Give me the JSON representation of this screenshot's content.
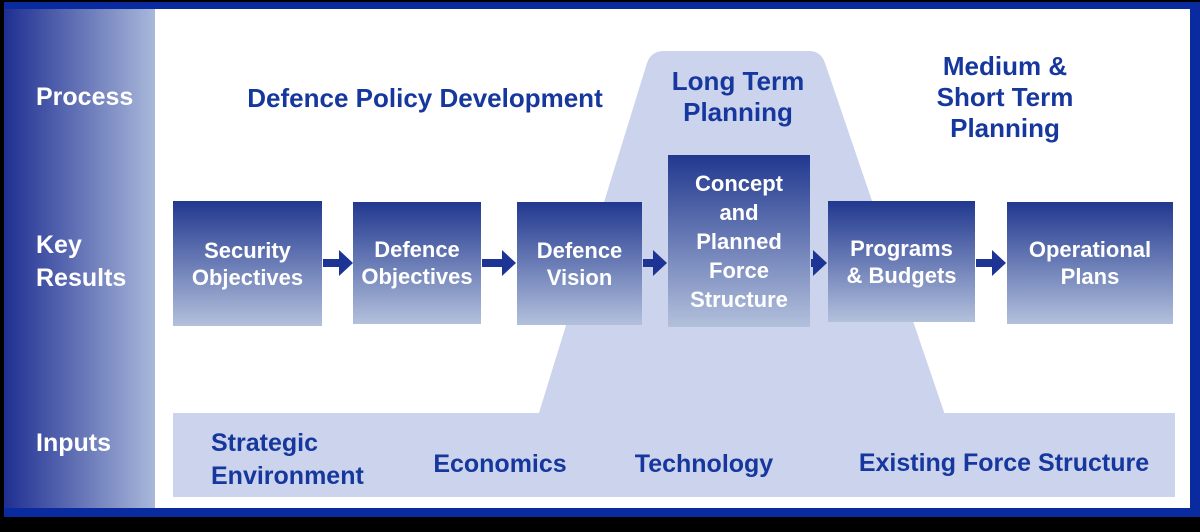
{
  "colors": {
    "outer_black": "#000000",
    "frame_navy": "#0a2aa0",
    "content_white": "#ffffff",
    "text_blue": "#16379d",
    "arrow_navy": "#1d3494",
    "box_gradient_top": "#21388f",
    "box_gradient_bottom": "#b3c0dc",
    "sidebar_gradient_left": "#1f2f92",
    "sidebar_gradient_right": "#a9b8da",
    "sidebar_text_white": "#ffffff",
    "box_text_white": "#ffffff",
    "panel_lavender": "#ccd3ec"
  },
  "sidebar": {
    "process_label": "Process",
    "key_results_line1": "Key",
    "key_results_line2": "Results",
    "inputs_label": "Inputs"
  },
  "process_row": {
    "defence_policy_label": "Defence Policy Development",
    "long_term_line1": "Long Term",
    "long_term_line2": "Planning",
    "medium_short_line1": "Medium &",
    "medium_short_line2": "Short Term",
    "medium_short_line3": "Planning"
  },
  "key_results_row": {
    "boxes": [
      {
        "label": "Security Objectives",
        "lines": [
          "Security",
          "Objectives"
        ]
      },
      {
        "label": "Defence Objectives",
        "lines": [
          "Defence",
          "Objectives"
        ]
      },
      {
        "label": "Defence Vision",
        "lines": [
          "Defence",
          "Vision"
        ]
      },
      {
        "label": "Concept and Planned Force Structure",
        "lines": [
          "Concept",
          "and",
          "Planned",
          "Force",
          "Structure"
        ]
      },
      {
        "label": "Programs & Budgets",
        "lines": [
          "Programs",
          "& Budgets"
        ]
      },
      {
        "label": "Operational Plans",
        "lines": [
          "Operational",
          "Plans"
        ]
      }
    ]
  },
  "inputs_row": {
    "strategic_line1": "Strategic",
    "strategic_line2": "Environment",
    "economics_label": "Economics",
    "technology_label": "Technology",
    "existing_label": "Existing Force Structure"
  }
}
